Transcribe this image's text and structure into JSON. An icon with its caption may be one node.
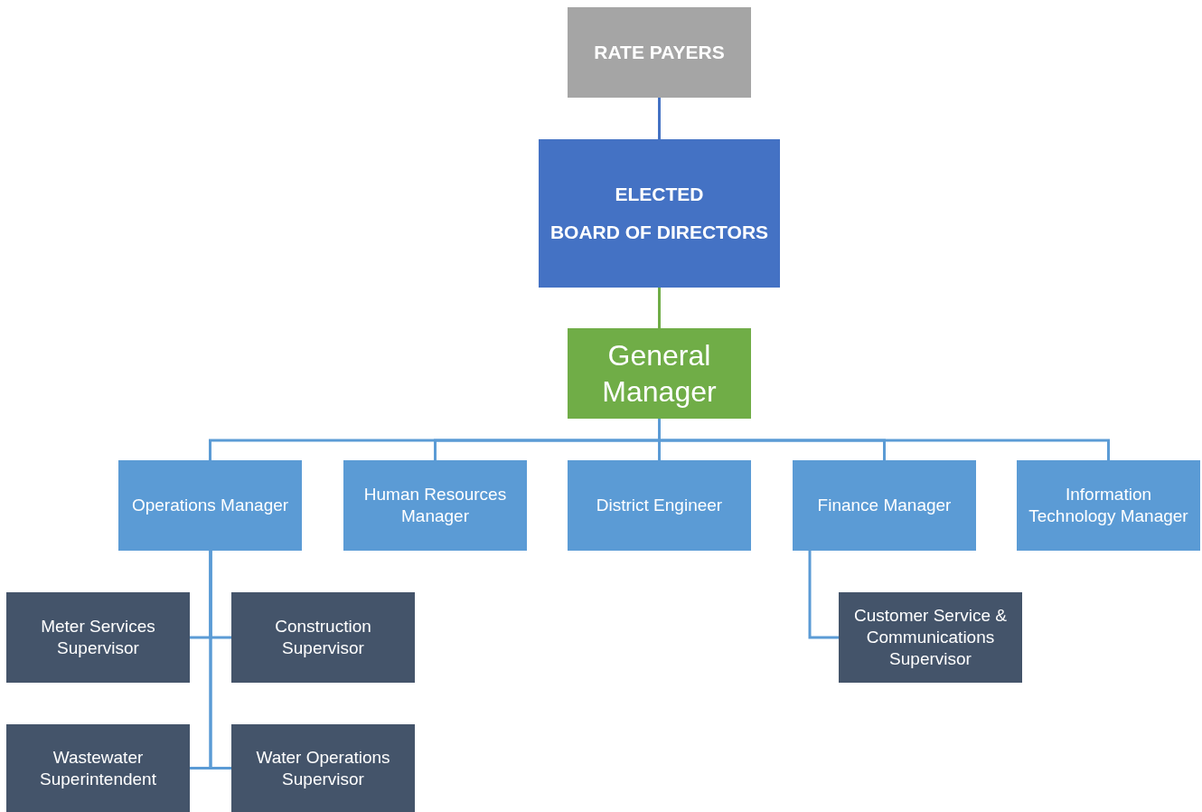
{
  "diagram": {
    "nodes": [
      {
        "text": [
          "RATE PAYERS"
        ]
      },
      {
        "text": [
          "ELECTED",
          "BOARD OF DIRECTORS"
        ]
      },
      {
        "text": [
          "General Manager"
        ]
      },
      {
        "text": [
          "Operations Manager"
        ]
      },
      {
        "text": [
          "Human Resources Manager"
        ]
      },
      {
        "text": [
          "District Engineer"
        ]
      },
      {
        "text": [
          "Finance Manager"
        ]
      },
      {
        "text": [
          "Information Technology Manager"
        ]
      },
      {
        "text": [
          "Meter Services Supervisor"
        ]
      },
      {
        "text": [
          "Construction Supervisor"
        ]
      },
      {
        "text": [
          "Wastewater Superintendent"
        ]
      },
      {
        "text": [
          "Water Operations Supervisor"
        ]
      },
      {
        "text": [
          "Customer Service & Communications Supervisor"
        ]
      }
    ],
    "edges": [
      {
        "from": 0,
        "to": 1,
        "arrow": "none",
        "color": "#4472c4"
      },
      {
        "from": 1,
        "to": 2,
        "arrow": "none",
        "color": "#70ad47"
      },
      {
        "from": 2,
        "to": 3,
        "arrow": "none"
      },
      {
        "from": 2,
        "to": 4,
        "arrow": "none"
      },
      {
        "from": 2,
        "to": 5,
        "arrow": "none"
      },
      {
        "from": 2,
        "to": 6,
        "arrow": "none"
      },
      {
        "from": 2,
        "to": 7,
        "arrow": "none"
      },
      {
        "from": 3,
        "to": 8,
        "arrow": "none"
      },
      {
        "from": 3,
        "to": 9,
        "arrow": "none"
      },
      {
        "from": 3,
        "to": 10,
        "arrow": "none"
      },
      {
        "from": 3,
        "to": 11,
        "arrow": "none"
      },
      {
        "from": 6,
        "to": 12,
        "arrow": "none"
      }
    ]
  }
}
